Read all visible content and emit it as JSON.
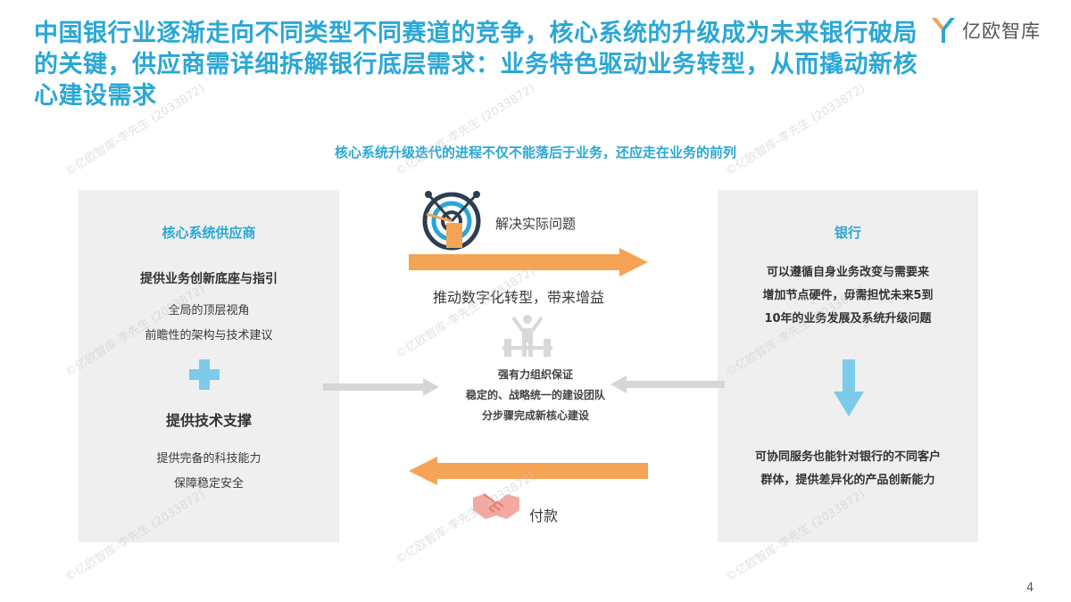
{
  "title": "中国银行业逐渐走向不同类型不同赛道的竞争，核心系统的升级成为未来银行破局的关键，供应商需详细拆解银行底层需求：业务特色驱动业务转型，从而撬动新核心建设需求",
  "logo": {
    "text": "亿欧智库",
    "color": "#2aa7d6"
  },
  "subtitle": "核心系统升级迭代的进程不仅不能落后于业务，还应走在业务的前列",
  "left_panel": {
    "title": "核心系统供应商",
    "section1": "提供业务创新底座与指引",
    "lines1": [
      "全局的顶层视角",
      "前瞻性的架构与技术建议"
    ],
    "section2": "提供技术支撑",
    "lines2": [
      "提供完备的科技能力",
      "保障稳定安全"
    ]
  },
  "right_panel": {
    "title": "银行",
    "lines1": [
      "可以遵循自身业务改变与需要来",
      "增加节点硬件，毋需担忧未来5到",
      "10年的业务发展及系统升级问题"
    ],
    "lines2": [
      "可协同服务也能针对银行的不同客户",
      "群体，提供差异化的产品创新能力"
    ]
  },
  "center": {
    "solve": "解决实际问题",
    "drive": "推动数字化转型，带来增益",
    "support_lines": [
      "强有力组织保证",
      "稳定的、战略统一的建设团队",
      "分步骤完成新核心建设"
    ],
    "pay": "付款"
  },
  "watermark": "©亿欧智库-李先生 (2033872)",
  "page_number": "4",
  "colors": {
    "accent": "#2aa7d6",
    "orange": "#f5a355",
    "arrow_gray": "#d6d6d6",
    "panel": "#efefef",
    "light_blue": "#7ccbea"
  }
}
